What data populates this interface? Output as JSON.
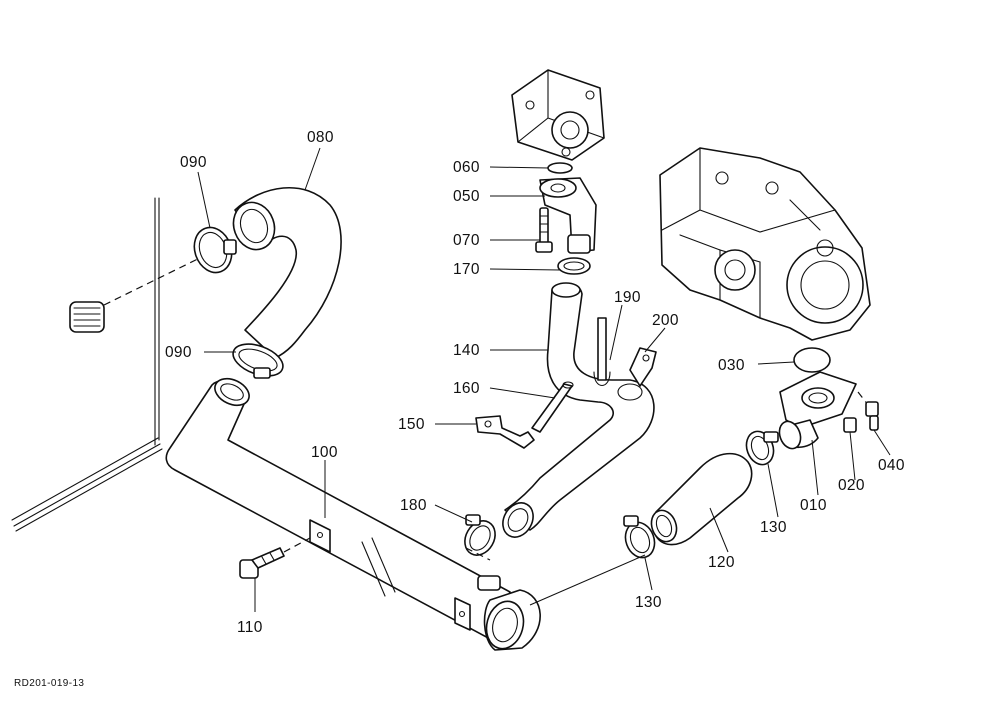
{
  "callouts": [
    {
      "id": "080",
      "text": "080"
    },
    {
      "id": "090a",
      "text": "090"
    },
    {
      "id": "090b",
      "text": "090"
    },
    {
      "id": "100",
      "text": "100"
    },
    {
      "id": "110",
      "text": "110"
    },
    {
      "id": "060",
      "text": "060"
    },
    {
      "id": "050",
      "text": "050"
    },
    {
      "id": "070",
      "text": "070"
    },
    {
      "id": "170",
      "text": "170"
    },
    {
      "id": "140",
      "text": "140"
    },
    {
      "id": "160",
      "text": "160"
    },
    {
      "id": "150",
      "text": "150"
    },
    {
      "id": "190",
      "text": "190"
    },
    {
      "id": "200",
      "text": "200"
    },
    {
      "id": "180",
      "text": "180"
    },
    {
      "id": "030",
      "text": "030"
    },
    {
      "id": "010",
      "text": "010"
    },
    {
      "id": "020",
      "text": "020"
    },
    {
      "id": "040",
      "text": "040"
    },
    {
      "id": "130a",
      "text": "130"
    },
    {
      "id": "130b",
      "text": "130"
    },
    {
      "id": "120",
      "text": "120"
    }
  ],
  "reference_code": "RD201-019-13"
}
